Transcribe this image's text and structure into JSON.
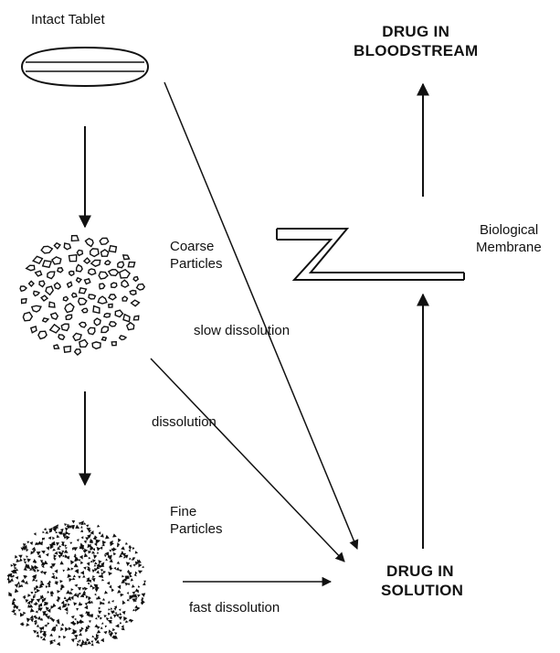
{
  "nodes": {
    "tablet": {
      "label": "Intact Tablet"
    },
    "coarse": {
      "line1": "Coarse",
      "line2": "Particles"
    },
    "fine": {
      "line1": "Fine",
      "line2": "Particles"
    },
    "solution": {
      "line1": "DRUG IN",
      "line2": "SOLUTION"
    },
    "bloodstream": {
      "line1": "DRUG IN",
      "line2": "BLOODSTREAM"
    },
    "membrane": {
      "line1": "Biological",
      "line2": "Membrane"
    }
  },
  "edges": {
    "slow": {
      "label": "slow dissolution"
    },
    "dissolution": {
      "label": "dissolution"
    },
    "fast": {
      "label": "fast dissolution"
    }
  },
  "colors": {
    "ink": "#111111",
    "background": "#ffffff"
  }
}
